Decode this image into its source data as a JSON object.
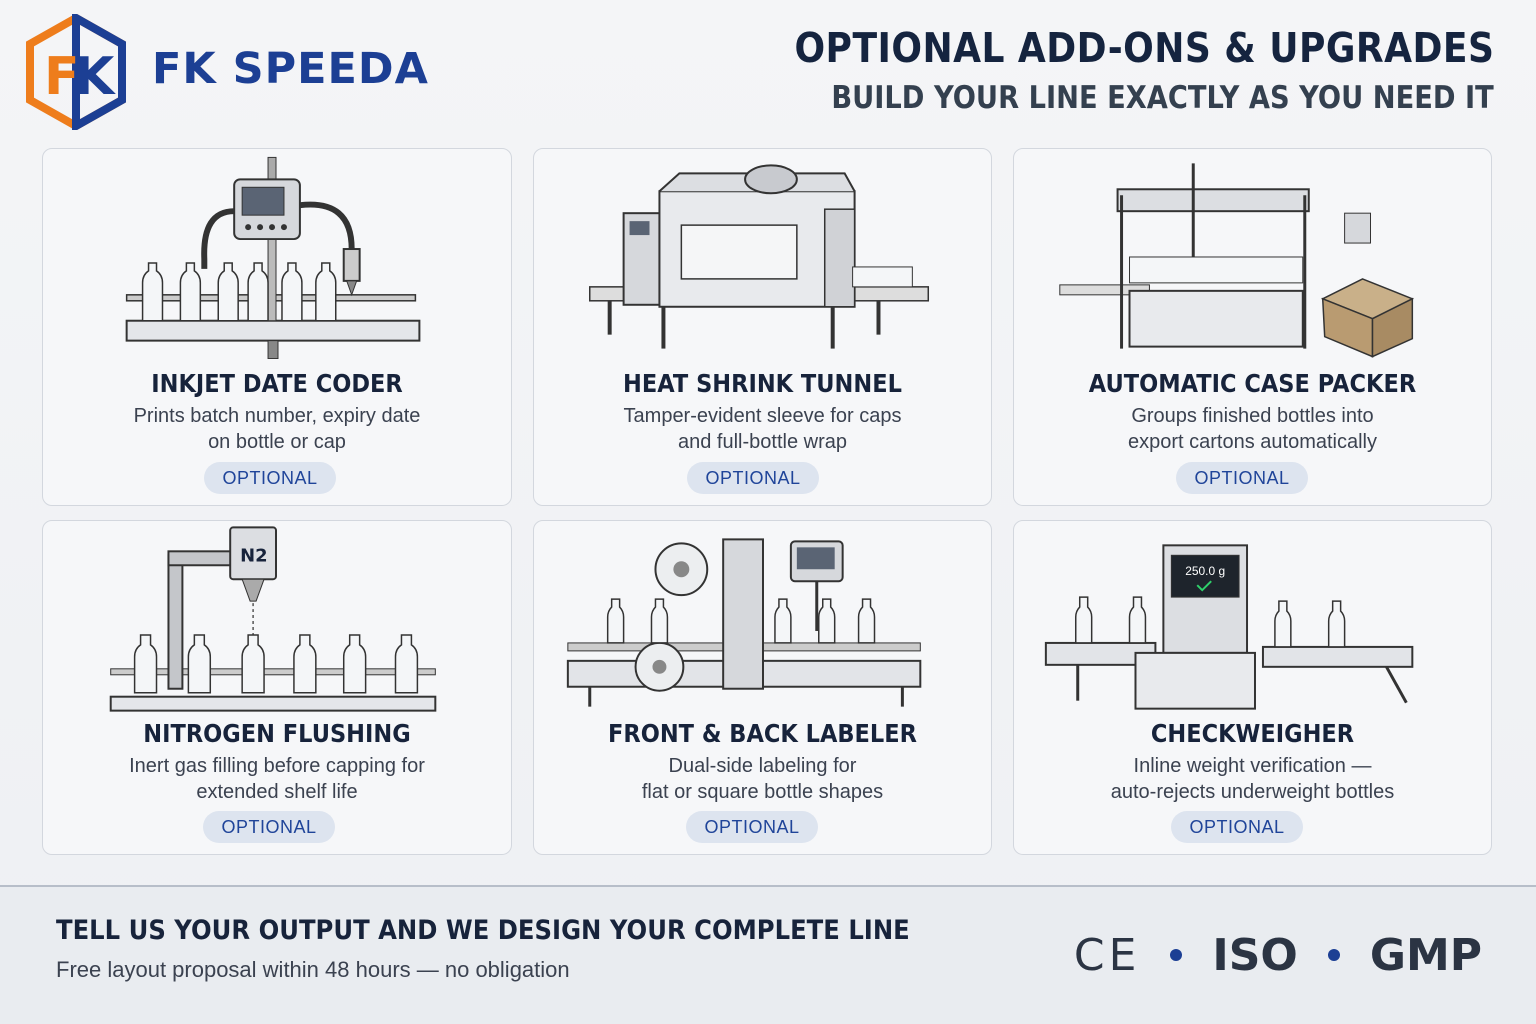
{
  "brand": {
    "name": "FK SPEEDA",
    "logo_letters": "FK",
    "colors": {
      "orange": "#ee7d1c",
      "blue": "#1c3f94"
    }
  },
  "header": {
    "title": "OPTIONAL ADD-ONS & UPGRADES",
    "subtitle": "BUILD YOUR LINE EXACTLY AS YOU NEED IT"
  },
  "cards": [
    {
      "title": "INKJET DATE CODER",
      "desc_line1": "Prints batch number, expiry date",
      "desc_line2": "on bottle or cap",
      "badge": "OPTIONAL",
      "illustration": "inkjet-coder"
    },
    {
      "title": "HEAT SHRINK TUNNEL",
      "desc_line1": "Tamper-evident sleeve for caps",
      "desc_line2": "and full-bottle wrap",
      "badge": "OPTIONAL",
      "illustration": "shrink-tunnel"
    },
    {
      "title": "AUTOMATIC CASE PACKER",
      "desc_line1": "Groups finished bottles into",
      "desc_line2": "export cartons automatically",
      "badge": "OPTIONAL",
      "illustration": "case-packer"
    },
    {
      "title": "NITROGEN FLUSHING",
      "desc_line1": "Inert gas filling before capping for",
      "desc_line2": "extended shelf life",
      "badge": "OPTIONAL",
      "illustration": "nitrogen-doser",
      "tank_label": "N2"
    },
    {
      "title": "FRONT & BACK LABELER",
      "desc_line1": "Dual-side labeling for",
      "desc_line2": "flat or square bottle shapes",
      "badge": "OPTIONAL",
      "illustration": "labeler"
    },
    {
      "title": "CHECKWEIGHER",
      "desc_line1": "Inline weight verification —",
      "desc_line2": "auto-rejects underweight bottles",
      "badge": "OPTIONAL",
      "illustration": "checkweigher",
      "display_reading": "250.0 g"
    }
  ],
  "footer": {
    "cta": "TELL US YOUR OUTPUT AND WE DESIGN YOUR COMPLETE LINE",
    "cta_sub": "Free layout proposal within 48 hours — no obligation",
    "certs": [
      "CE",
      "ISO",
      "GMP"
    ]
  }
}
